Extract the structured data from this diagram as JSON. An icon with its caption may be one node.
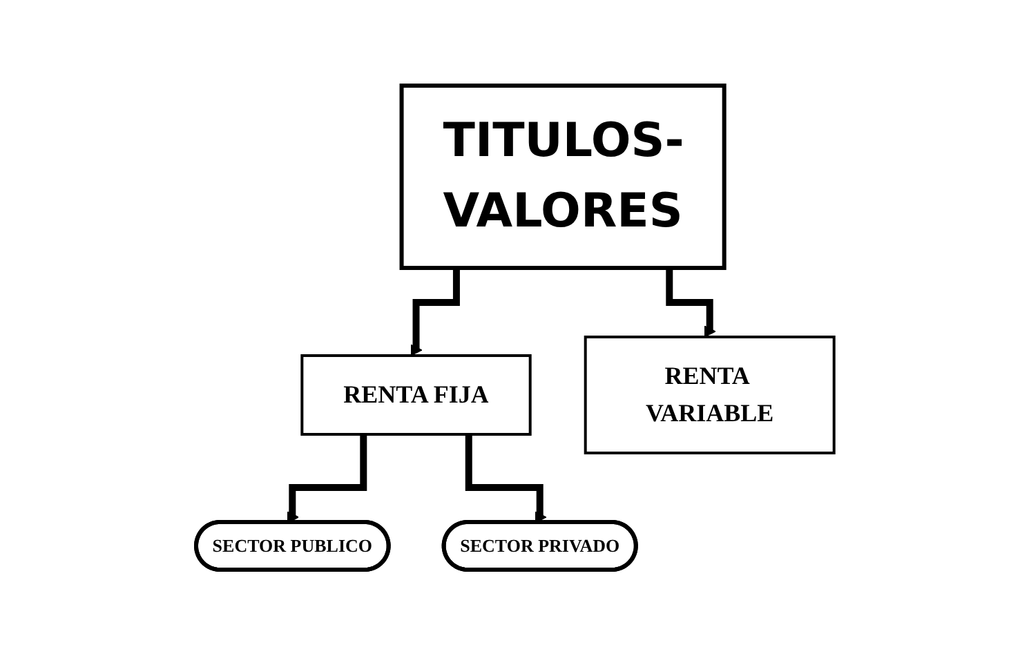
{
  "diagram": {
    "nodes": [
      {
        "text": [
          "TITULOS-VALORES"
        ]
      },
      {
        "text": [
          "RENTA FIJA"
        ]
      },
      {
        "text": [
          "RENTA VARIABLE"
        ]
      },
      {
        "text": [
          "SECTOR PUBLICO"
        ]
      },
      {
        "text": [
          "SECTOR PRIVADO"
        ]
      }
    ],
    "edges": [
      {
        "from": 0,
        "to": 1,
        "arrow": "to"
      },
      {
        "from": 0,
        "to": 2,
        "arrow": "to"
      },
      {
        "from": 1,
        "to": 3,
        "arrow": "to"
      },
      {
        "from": 1,
        "to": 4,
        "arrow": "to"
      }
    ]
  }
}
